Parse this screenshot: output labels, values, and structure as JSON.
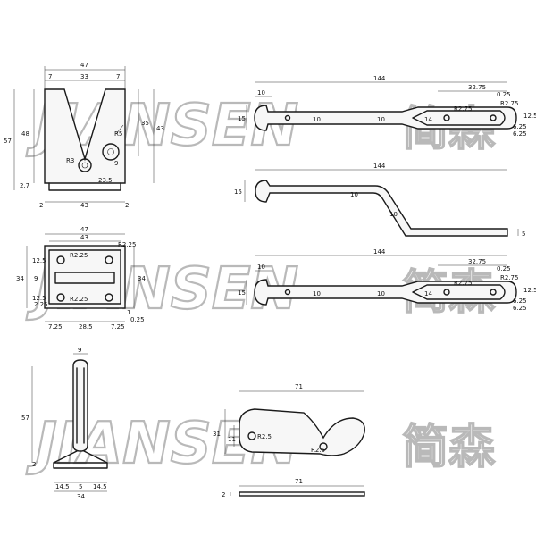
{
  "watermark": {
    "brand": "JIANSEN",
    "chinese": "简森",
    "color": "#b9b9b9"
  },
  "views": {
    "front_top_left": {
      "dims": {
        "width_total": "47",
        "inner_width": "33",
        "left_margin": "7",
        "right_margin": "7",
        "slot_depth": "35",
        "right_height": "43",
        "left_height": "48",
        "total_height": "57",
        "hole_r1": "R3",
        "hole_r2": "R5",
        "small_val": "9",
        "offset": "23.5",
        "base_thk": "2.7",
        "bottom_left": "2",
        "base_width": "43",
        "bottom_right": "2"
      }
    },
    "top_left_plan": {
      "dims": {
        "width_total": "47",
        "inner_width": "43",
        "hole_r_top": "R2.25",
        "corner_r": "R2.25",
        "vert_top": "12.5",
        "vert_mid": "9",
        "vert_bot": "12.5",
        "total_height": "34",
        "right_height": "34",
        "small_step": "2.25",
        "left_edge": "7.25",
        "mid_span": "28.5",
        "right_edge": "7.25",
        "tiny_a": "1",
        "tiny_b": "0.25"
      }
    },
    "side_left": {
      "dims": {
        "top_width": "9",
        "height": "57",
        "base_thk": "2",
        "left_flange": "14.5",
        "mid": "5",
        "right_flange": "14.5",
        "total_width": "34"
      }
    },
    "bar_top": {
      "dims": {
        "length": "144",
        "head_h": "10",
        "head_dia": "15",
        "shaft_dia": "10",
        "shaft_dia2": "10",
        "tip_len": "32.75",
        "tip_w": "14",
        "slot_r": "R2.75",
        "tip_small": "0.25",
        "tip_r": "R2.75",
        "tip_w2": "6.25",
        "tip_w3": "6.25",
        "tip_end": "12.5"
      }
    },
    "bar_middle": {
      "dims": {
        "length": "144",
        "head_dia": "15",
        "shaft_dia": "10",
        "bend_dia": "10",
        "end_thk": "5"
      }
    },
    "bar_bottom": {
      "dims": {
        "length": "144",
        "head_h": "10",
        "head_dia": "15",
        "shaft_dia": "10",
        "shaft_dia2": "10",
        "tip_len": "32.75",
        "tip_w": "14",
        "slot_r": "R2.75",
        "tip_small": "0.25",
        "tip_r": "R2.75",
        "tip_w2": "6.25",
        "tip_w3": "6.25",
        "tip_end": "12.5"
      }
    },
    "hook": {
      "dims": {
        "length": "71",
        "height": "31",
        "inner": "11",
        "hole_r1": "R2.5",
        "hole_r2": "R2.5"
      }
    },
    "hook_edge": {
      "dims": {
        "length": "71",
        "thk": "2"
      }
    }
  }
}
